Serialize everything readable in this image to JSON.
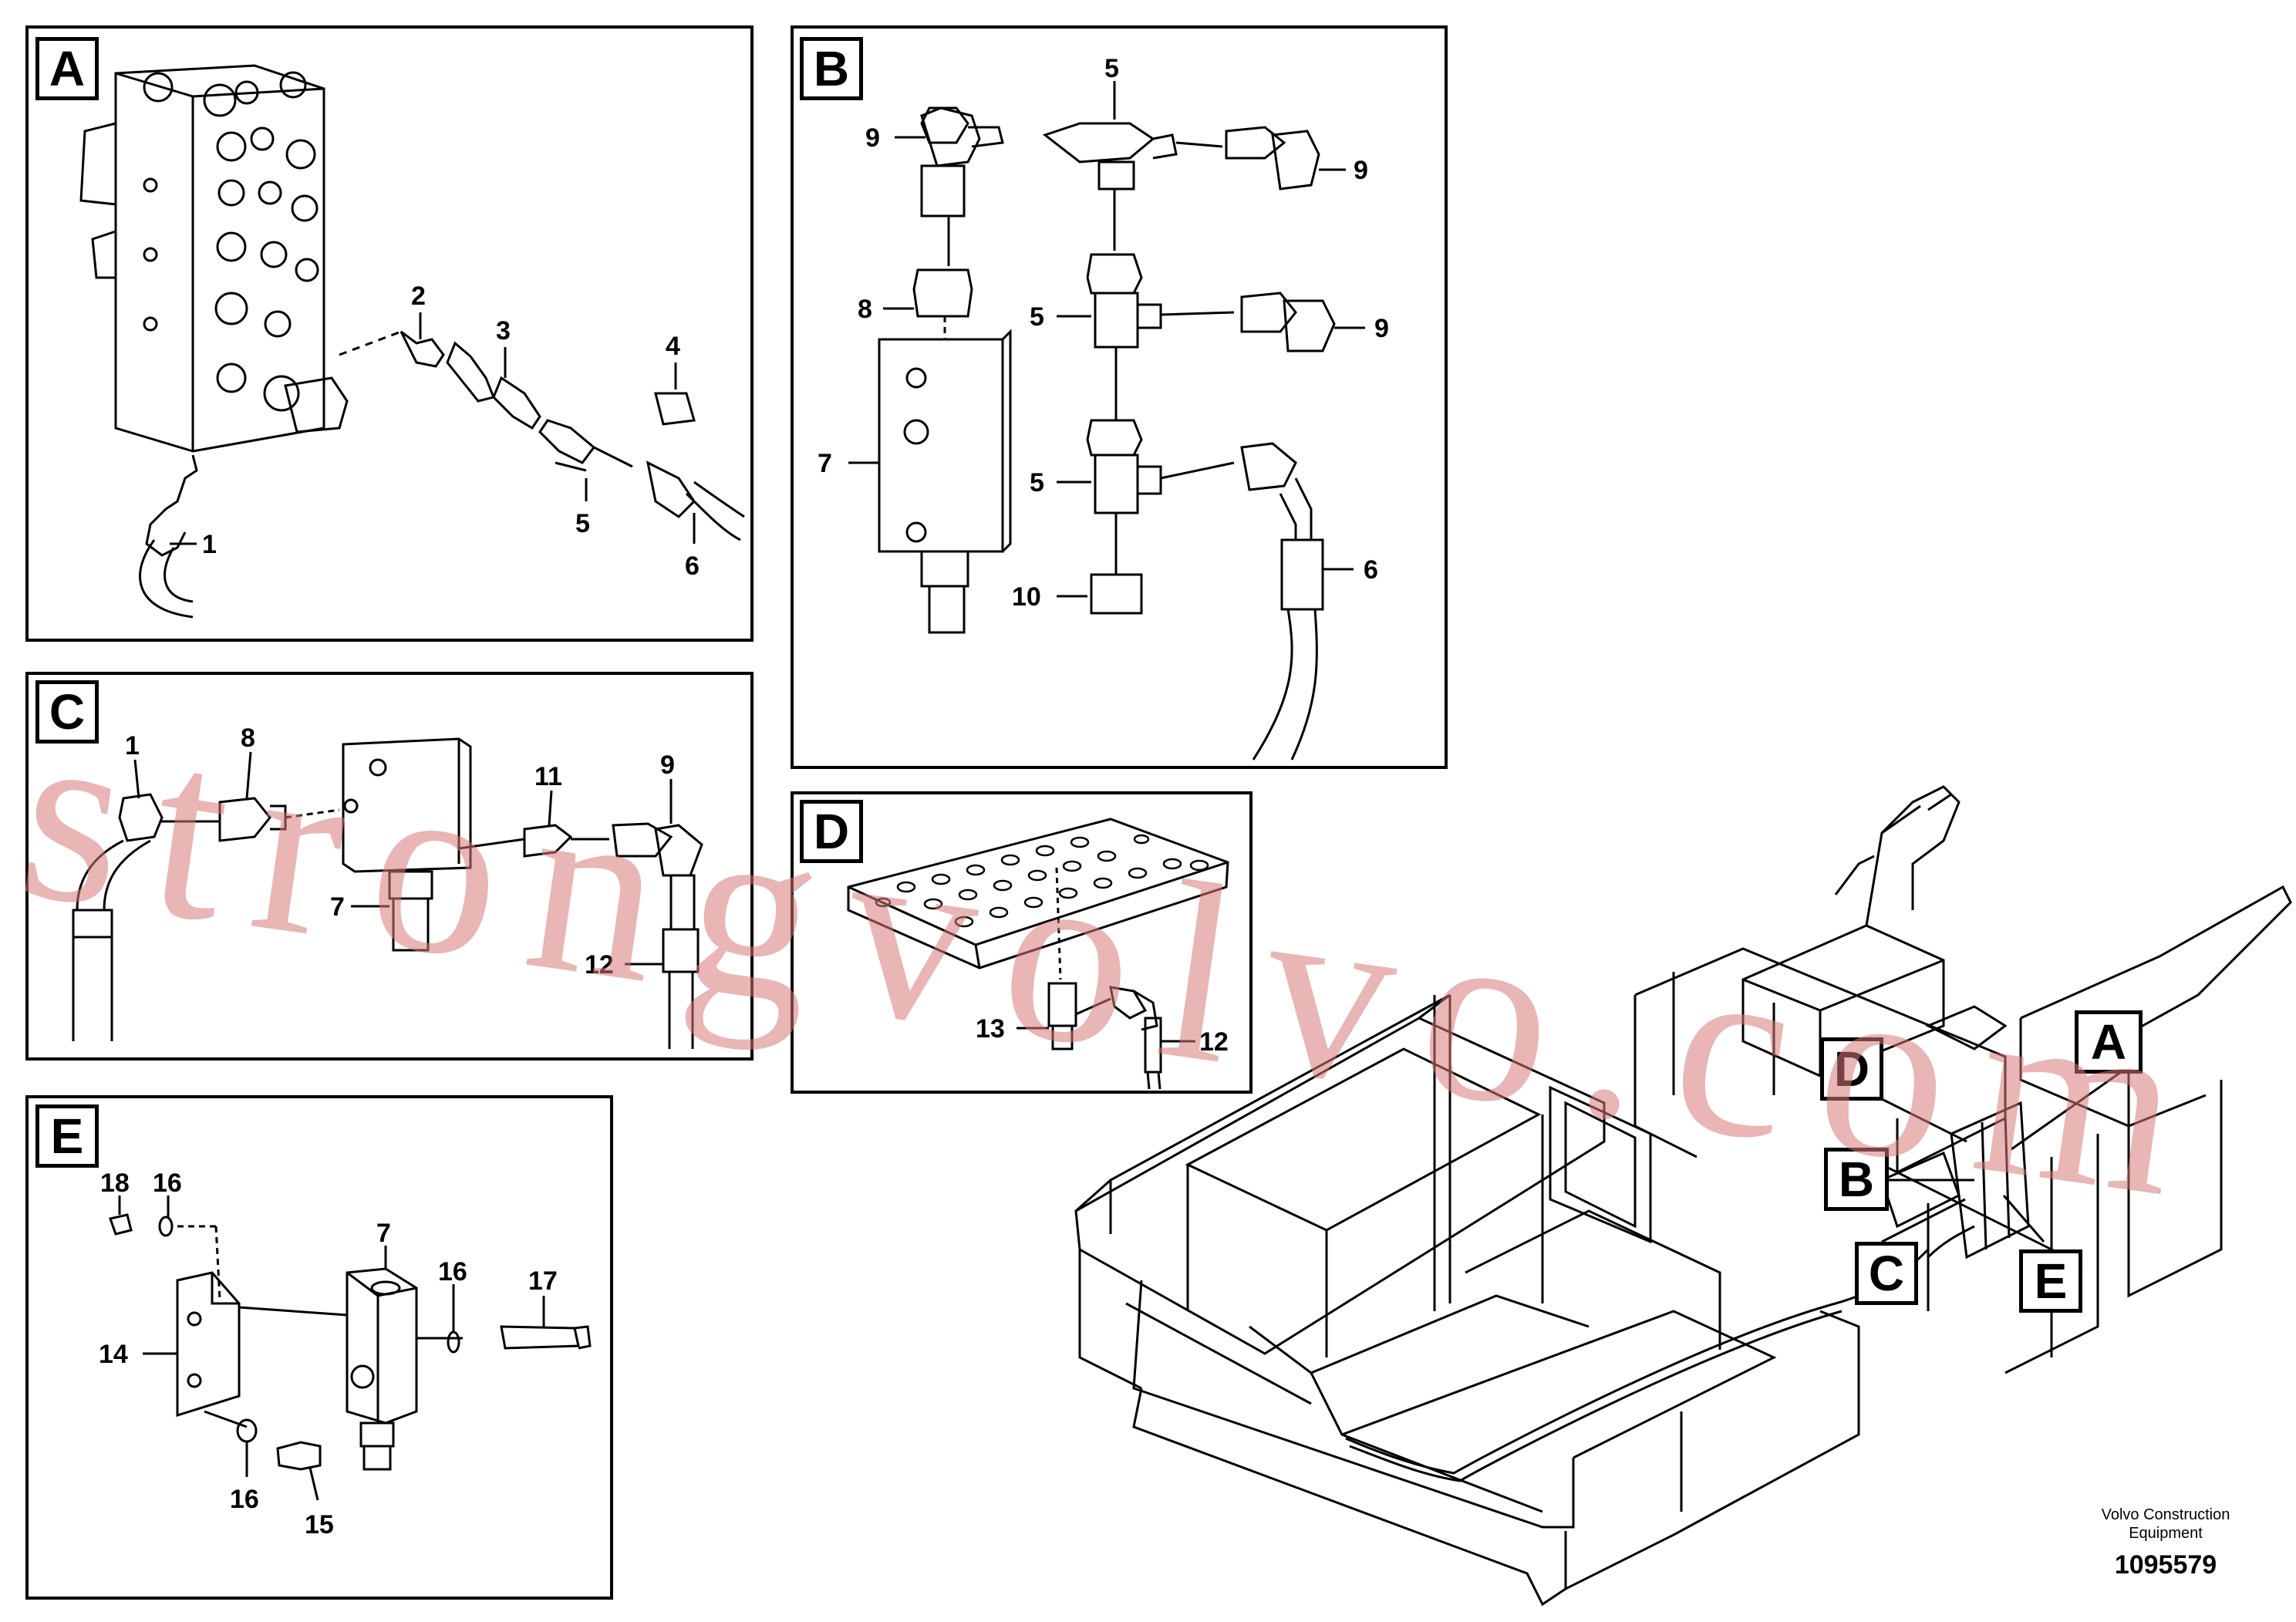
{
  "panels": [
    {
      "id": "A",
      "label": "A"
    },
    {
      "id": "B",
      "label": "B"
    },
    {
      "id": "C",
      "label": "C"
    },
    {
      "id": "D",
      "label": "D"
    },
    {
      "id": "E",
      "label": "E"
    }
  ],
  "callouts": {
    "a": [
      "1",
      "2",
      "3",
      "4",
      "5",
      "6"
    ],
    "b": [
      "5",
      "9",
      "9",
      "8",
      "5",
      "9",
      "7",
      "5",
      "6",
      "10"
    ],
    "c": [
      "1",
      "8",
      "11",
      "9",
      "7",
      "12"
    ],
    "d": [
      "13",
      "12"
    ],
    "e": [
      "18",
      "16",
      "7",
      "16",
      "17",
      "14",
      "16",
      "15"
    ]
  },
  "overview_tags": [
    "A",
    "D",
    "B",
    "C",
    "E"
  ],
  "footer": {
    "maker_line1": "Volvo Construction",
    "maker_line2": "Equipment",
    "drawing_number": "1095579"
  },
  "watermark": "strongvolvo.com",
  "colors": {
    "line": "#000000",
    "watermark": "#d77878"
  }
}
